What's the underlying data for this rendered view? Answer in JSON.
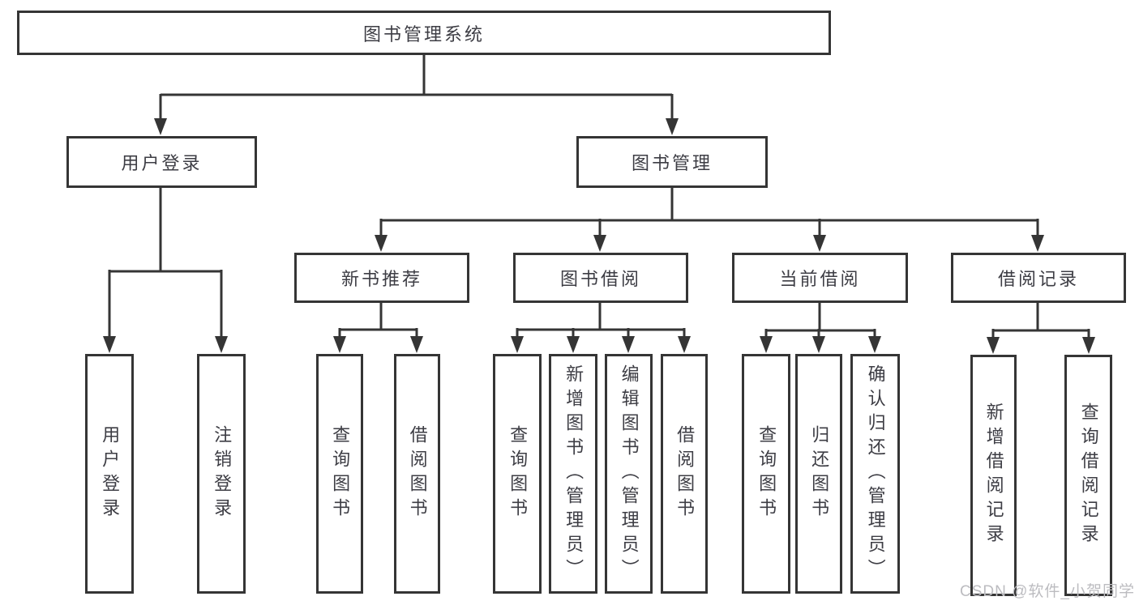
{
  "diagram_title": "图书管理系统",
  "labels": {
    "root": "图书管理系统",
    "user_login": "用户登录",
    "book_management": "图书管理",
    "new_book_recommend": "新书推荐",
    "book_borrow": "图书借阅",
    "current_borrow": "当前借阅",
    "borrow_record": "借阅记录",
    "leaf_user_login": "用户登录",
    "leaf_logout_login": "注销登录",
    "leaf_nbr_query_book": "查询图书",
    "leaf_nbr_borrow_book": "借阅图书",
    "leaf_bb_query_book": "查询图书",
    "leaf_bb_add_book_admin": "新增图书（管理员）",
    "leaf_bb_edit_book_admin": "编辑图书（管理员）",
    "leaf_bb_borrow_book": "借阅图书",
    "leaf_cb_query_book": "查询图书",
    "leaf_cb_return_book": "归还图书",
    "leaf_cb_confirm_return_admin": "确认归还（管理员）",
    "leaf_br_add_record": "新增借阅记录",
    "leaf_br_query_record": "查询借阅记录"
  },
  "structure": {
    "图书管理系统": {
      "用户登录": [
        "用户登录",
        "注销登录"
      ],
      "图书管理": {
        "新书推荐": [
          "查询图书",
          "借阅图书"
        ],
        "图书借阅": [
          "查询图书",
          "新增图书（管理员）",
          "编辑图书（管理员）",
          "借阅图书"
        ],
        "当前借阅": [
          "查询图书",
          "归还图书",
          "确认归还（管理员）"
        ],
        "借阅记录": [
          "新增借阅记录",
          "查询借阅记录"
        ]
      }
    }
  },
  "watermark": "CSDN @软件_小贺同学",
  "colors": {
    "line": "#353535",
    "text": "#3d3d44",
    "background": "#ffffff",
    "watermark": "#bcbcc0"
  }
}
